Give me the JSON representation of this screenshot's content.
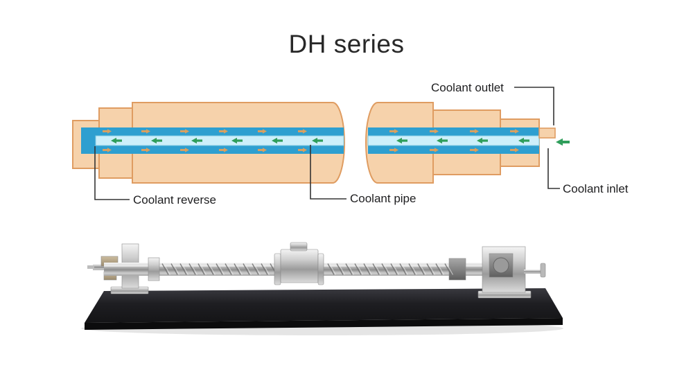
{
  "title": "DH series",
  "diagram": {
    "labels": {
      "outlet": "Coolant outlet",
      "reverse": "Coolant reverse",
      "pipe": "Coolant pipe",
      "inlet": "Coolant inlet"
    }
  },
  "colors": {
    "body": "#f6d2ab",
    "body-stroke": "#df9c61",
    "channel": "#2e9fd0",
    "inner-pipe": "#cdeffa",
    "flow-in": "#2f9e5b",
    "flow-out": "#d8a060",
    "leader": "#333333",
    "text": "#1d1d1f",
    "base-dark": "#1b1b1e"
  }
}
